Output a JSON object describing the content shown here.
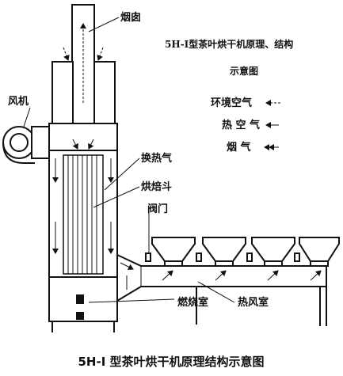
{
  "diagram": {
    "title_line1": "5H-I型茶叶烘干机原理、结构",
    "title_line2": "示意图",
    "caption": "5H-I 型茶叶烘干机原理结构示意图",
    "labels": {
      "chimney": "烟囱",
      "fan": "风机",
      "heat_exchanger": "换热气",
      "drying_hopper": "烘焙斗",
      "valve": "阀门",
      "combustion_chamber": "燃烧室",
      "hot_air_chamber": "热风室"
    },
    "legend": [
      {
        "name": "环境空气",
        "arrow": "dashed-arrow-icon"
      },
      {
        "name": "热 空 气",
        "arrow": "solid-arrow-icon"
      },
      {
        "name": "烟    气",
        "arrow": "double-arrow-icon"
      }
    ]
  }
}
